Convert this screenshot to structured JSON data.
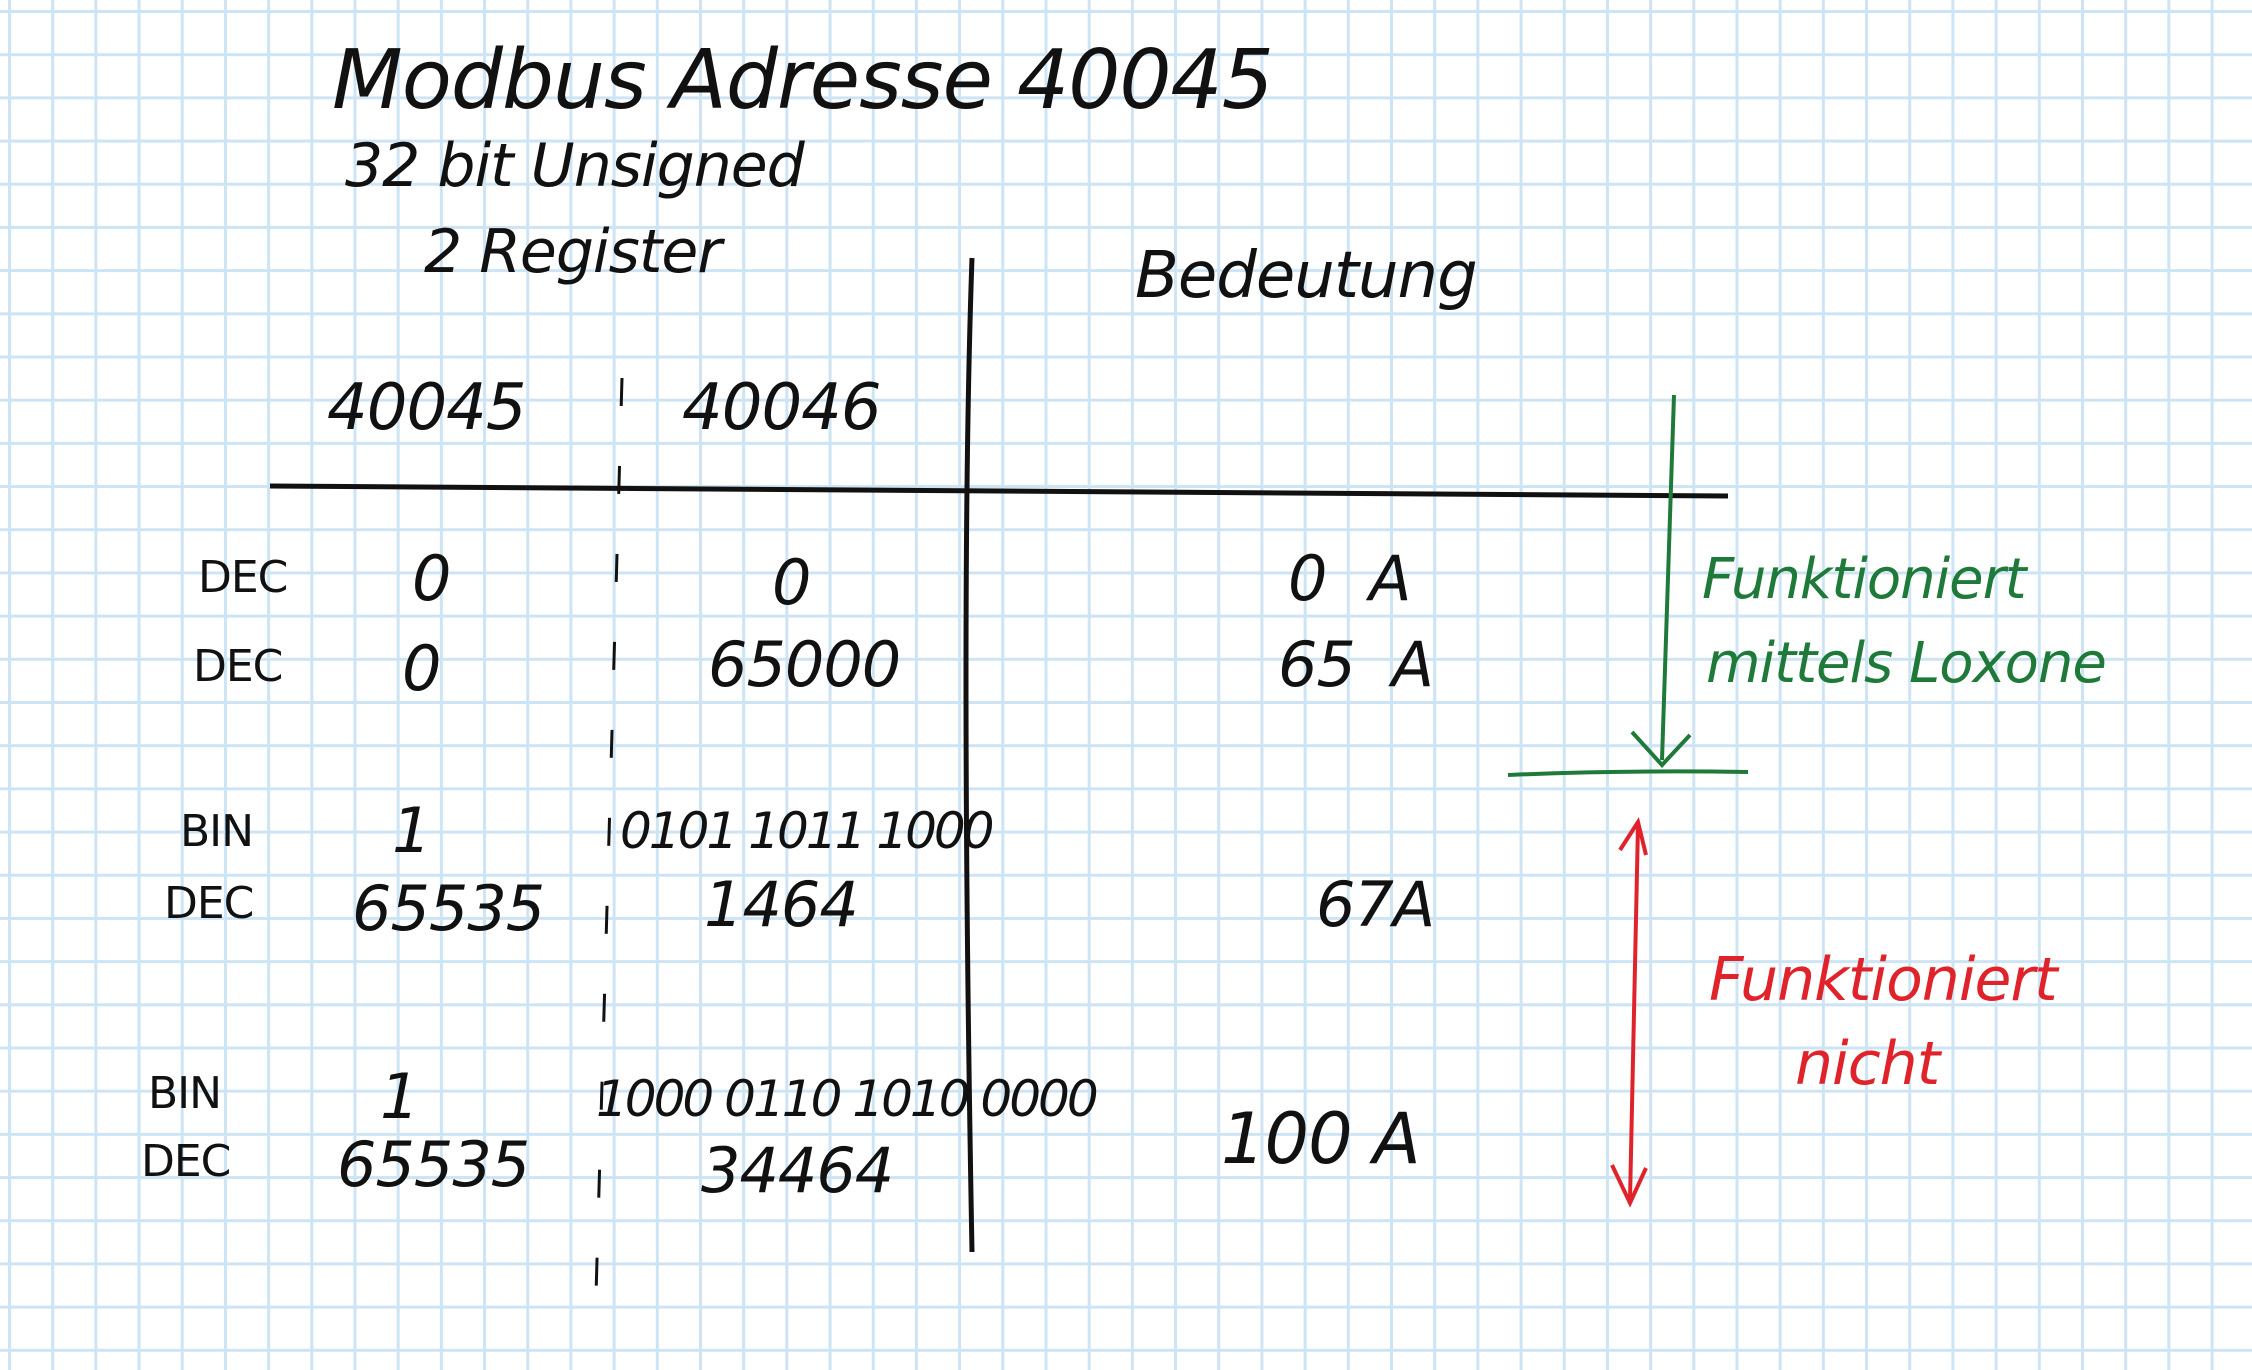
{
  "header": {
    "title": "Modbus Adresse 40045",
    "datatype": "32 bit Unsigned",
    "register_count": "2 Register",
    "meaning_header": "Bedeutung"
  },
  "columns": {
    "register_1": "40045",
    "register_2": "40046"
  },
  "rows": [
    {
      "label": "DEC",
      "reg1": "0",
      "reg2": "0",
      "meaning": "0 A"
    },
    {
      "label": "DEC",
      "reg1": "0",
      "reg2": "65000",
      "meaning": "65 A"
    },
    {
      "label": "BIN",
      "reg1": "1",
      "reg2": "0101 1011 1000"
    },
    {
      "label": "DEC",
      "reg1": "65535",
      "reg2": "1464",
      "meaning": "67A"
    },
    {
      "label": "BIN",
      "reg1": "1",
      "reg2": "1000 0110 1010 0000"
    },
    {
      "label": "DEC",
      "reg1": "65535",
      "reg2": "34464",
      "meaning": "100 A"
    }
  ],
  "annotations": {
    "works_line1": "Funktioniert",
    "works_line2": "mittels Loxone",
    "fails_line1": "Funktioniert",
    "fails_line2": "nicht"
  },
  "colors": {
    "grid": "#cde4f4",
    "ink": "#111111",
    "works": "#1f7a3a",
    "fails": "#e0232b"
  }
}
